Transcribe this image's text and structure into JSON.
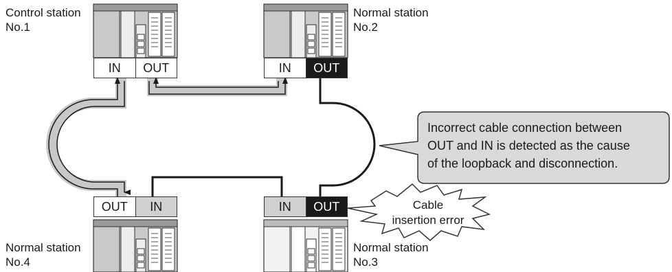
{
  "stations": {
    "s1": {
      "line1": "Control station",
      "line2": "No.1",
      "ports": [
        "IN",
        "OUT"
      ]
    },
    "s2": {
      "line1": "Normal station",
      "line2": "No.2",
      "ports": [
        "IN",
        "OUT"
      ]
    },
    "s3": {
      "line1": "Normal station",
      "line2": "No.3",
      "ports": [
        "IN",
        "OUT"
      ]
    },
    "s4": {
      "line1": "Normal station",
      "line2": "No.4",
      "ports": [
        "OUT",
        "IN"
      ]
    }
  },
  "callout": {
    "line1": "Incorrect cable connection between",
    "line2": "OUT and IN is detected as the cause",
    "line3": "of the loopback and disconnection."
  },
  "error_burst": {
    "line1": "Cable",
    "line2": "insertion error"
  },
  "colors": {
    "cable_loop": "#c8c8c8",
    "cable_disconnected": "#1a1a1a",
    "callout_fill": "#d9d9d9",
    "port_active": "#1a1a1a"
  }
}
